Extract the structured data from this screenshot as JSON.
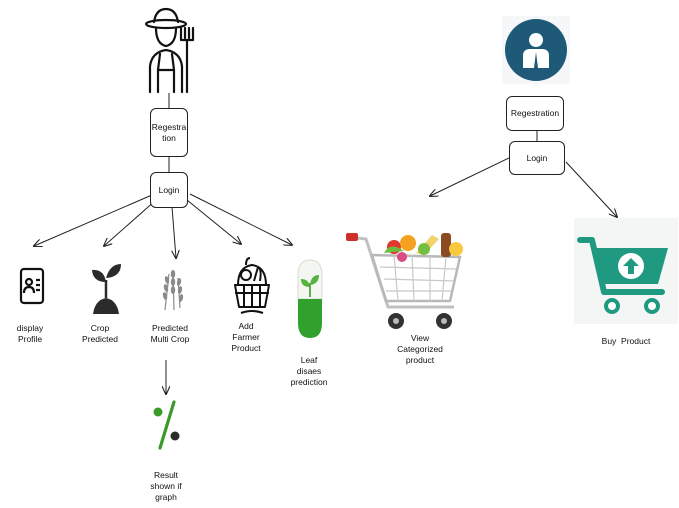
{
  "farmer": {
    "icon": "farmer-icon",
    "registration_line1": "Regestra",
    "registration_line2": "tion",
    "login": "Login",
    "features": {
      "display_profile": {
        "icon": "profile-card-icon",
        "line1": "display",
        "line2": "Profile"
      },
      "crop_predicted": {
        "icon": "plant-sprout-icon",
        "line1": "Crop",
        "line2": "Predicted"
      },
      "predicted_multi_crop": {
        "icon": "wheat-icon",
        "line1": "Predicted",
        "line2": "Multi Crop"
      },
      "add_farmer_product": {
        "icon": "produce-basket-icon",
        "line1": "Add",
        "line2": "Farmer",
        "line3": "Product"
      },
      "leaf_disease": {
        "icon": "leaf-capsule-icon",
        "line1": "Leaf",
        "line2": "disaes",
        "line3": "prediction"
      },
      "result_graph": {
        "icon": "percent-icon",
        "line1": "Result",
        "line2": "shown if",
        "line3": "graph"
      }
    }
  },
  "customer": {
    "icon": "user-avatar-icon",
    "registration": "Regestration",
    "login": "Login",
    "features": {
      "view_categorized": {
        "icon": "grocery-cart-icon",
        "line1": "View",
        "line2": "Categorized",
        "line3": "product"
      },
      "buy_product": {
        "icon": "shopping-cart-upload-icon",
        "label": "Buy  Product"
      }
    }
  },
  "colors": {
    "avatar_blue": "#1e5a78",
    "cart_teal": "#1f9a80",
    "plant_green": "#3a9a2a",
    "line": "#222222"
  }
}
